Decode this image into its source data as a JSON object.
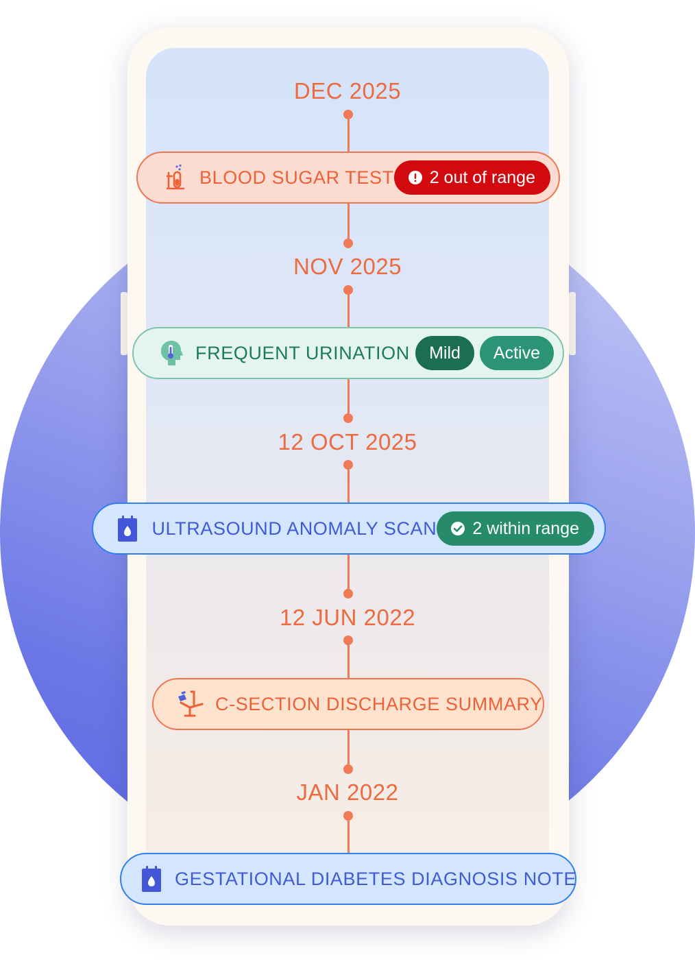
{
  "timeline": {
    "dates": [
      "DEC 2025",
      "NOV 2025",
      "12 OCT 2025",
      "12 JUN 2022",
      "JAN 2022"
    ],
    "events": [
      {
        "title": "BLOOD SUGAR TEST",
        "icon": "test-tube-icon",
        "badges": [
          {
            "label": "2 out of range",
            "icon": "alert-icon",
            "color": "#d20a0e"
          }
        ]
      },
      {
        "title": "FREQUENT URINATION",
        "icon": "head-thermometer-icon",
        "badges": [
          {
            "label": "Mild",
            "color": "#1b6e52"
          },
          {
            "label": "Active",
            "color": "#2b9474"
          }
        ]
      },
      {
        "title": "ULTRASOUND ANOMALY SCAN",
        "icon": "clipboard-drop-icon",
        "badges": [
          {
            "label": "2 within range",
            "icon": "check-circle-icon",
            "color": "#268b6a"
          }
        ]
      },
      {
        "title": "C-SECTION DISCHARGE SUMMARY",
        "icon": "hospital-bed-icon"
      },
      {
        "title": "GESTATIONAL DIABETES DIAGNOSIS NOTE",
        "icon": "clipboard-drop-icon"
      }
    ]
  },
  "colors": {
    "timeline_accent": "#f07a55",
    "alert_red": "#d20a0e",
    "clinical_green": "#1b6e52",
    "document_blue": "#2f7ff0",
    "backdrop_circle": "#6b77e6"
  }
}
